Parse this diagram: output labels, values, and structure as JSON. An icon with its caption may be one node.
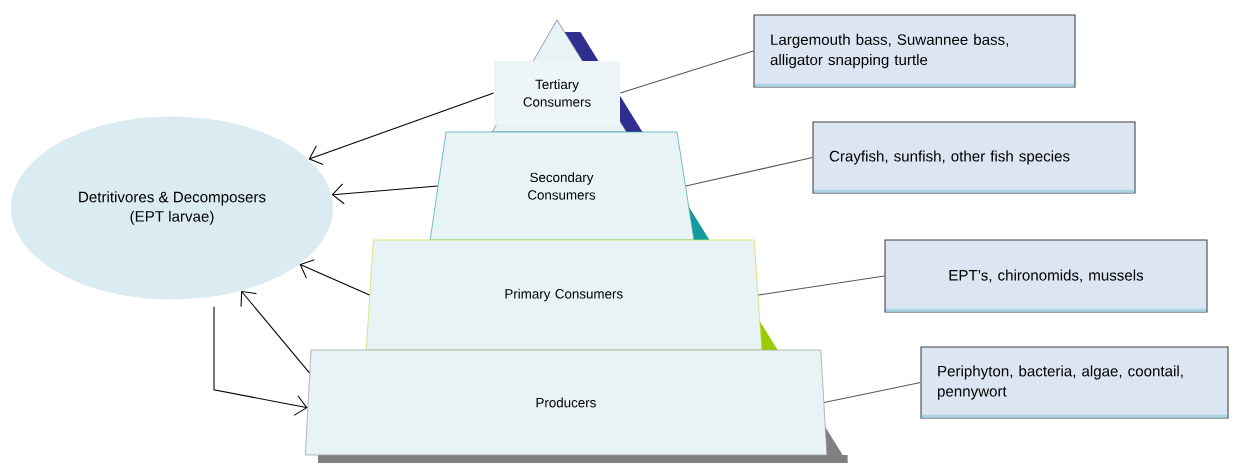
{
  "diagram": {
    "nodes": [
      {
        "text": [
          "Detritivores & Decomposers",
          "(EPT larvae)"
        ]
      },
      {
        "text": [
          "Tertiary Consumers"
        ]
      },
      {
        "text": [
          "Secondary Consumers"
        ]
      },
      {
        "text": [
          "Primary Consumers"
        ]
      },
      {
        "text": [
          "Producers"
        ]
      },
      {
        "text": [
          "Largemouth bass, Suwannee bass, alligator snapping turtle"
        ]
      },
      {
        "text": [
          "Crayfish, sunfish, other fish species"
        ]
      },
      {
        "text": [
          "EPT’s, chironomids, mussels"
        ]
      },
      {
        "text": [
          "Periphyton, bacteria, algae, coontail, pennywort"
        ]
      }
    ],
    "edges": [
      {
        "from": 1,
        "to": 0,
        "arrow": "to"
      },
      {
        "from": 2,
        "to": 0,
        "arrow": "to"
      },
      {
        "from": 3,
        "to": 0,
        "arrow": "to"
      },
      {
        "from": 4,
        "to": 0,
        "arrow": "to"
      },
      {
        "from": 0,
        "to": 4,
        "arrow": "to"
      },
      {
        "from": 1,
        "to": 5,
        "arrow": "none",
        "color": "#595959"
      },
      {
        "from": 2,
        "to": 6,
        "arrow": "none",
        "color": "#595959"
      },
      {
        "from": 3,
        "to": 7,
        "arrow": "none",
        "color": "#595959"
      },
      {
        "from": 4,
        "to": 8,
        "arrow": "none",
        "color": "#595959"
      }
    ]
  }
}
